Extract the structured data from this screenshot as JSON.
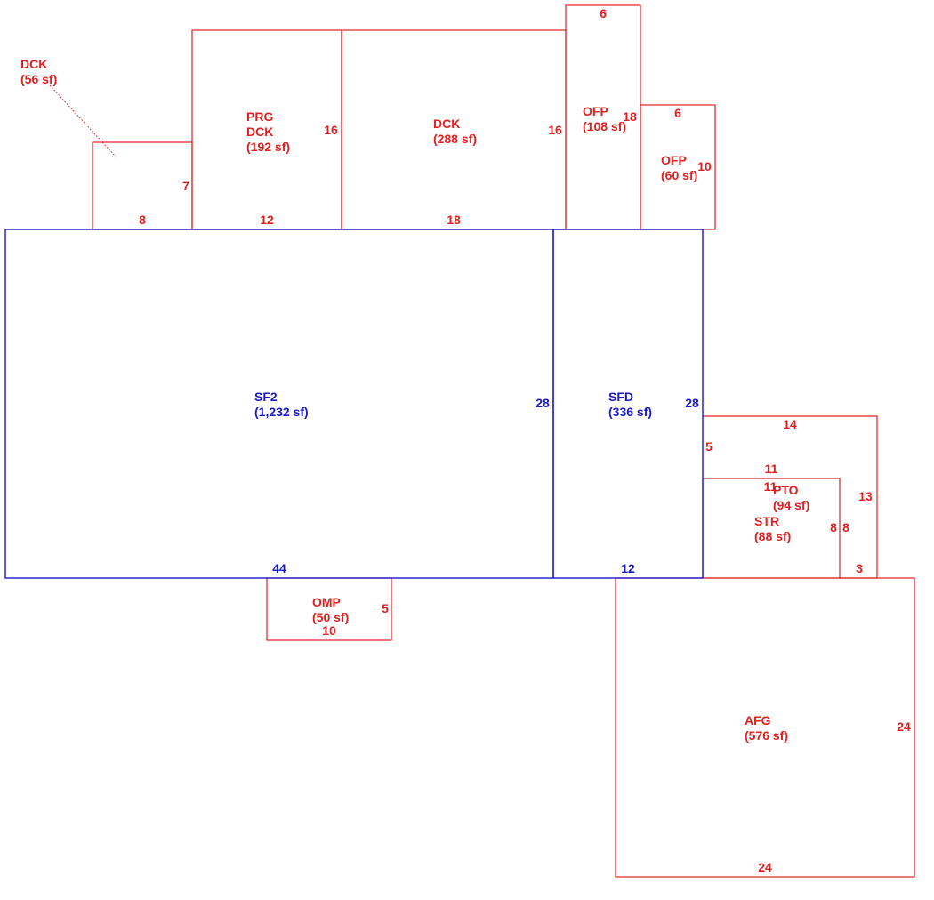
{
  "colors": {
    "living": "#1a1acc",
    "other": "#e02020",
    "background": "#ffffff"
  },
  "areas": {
    "dck_small": {
      "code": "DCK",
      "area": "(56 sf)",
      "width": "8",
      "height": "7"
    },
    "prg_dck": {
      "code": "PRG",
      "code2": "DCK",
      "area": "(192 sf)",
      "width": "12",
      "height": "16"
    },
    "dck_large": {
      "code": "DCK",
      "area": "(288 sf)",
      "width": "18",
      "height": "16"
    },
    "ofp_large": {
      "code": "OFP",
      "area": "(108 sf)",
      "width": "6",
      "height": "18"
    },
    "ofp_small": {
      "code": "OFP",
      "area": "(60 sf)",
      "width": "6",
      "height": "10"
    },
    "sf2": {
      "code": "SF2",
      "area": "(1,232 sf)",
      "width": "44",
      "height": "28"
    },
    "sfd": {
      "code": "SFD",
      "area": "(336 sf)",
      "width": "12",
      "height": "28"
    },
    "pto": {
      "code": "PTO",
      "area": "(94 sf)",
      "width": "14",
      "height": "13",
      "height2": "5",
      "width2": "3",
      "inner_width": "11",
      "inner_height": "8"
    },
    "str": {
      "code": "STR",
      "area": "(88 sf)",
      "width": "11",
      "height": "8"
    },
    "omp": {
      "code": "OMP",
      "area": "(50 sf)",
      "width": "10",
      "height": "5"
    },
    "afg": {
      "code": "AFG",
      "area": "(576 sf)",
      "width": "24",
      "height": "24"
    }
  }
}
